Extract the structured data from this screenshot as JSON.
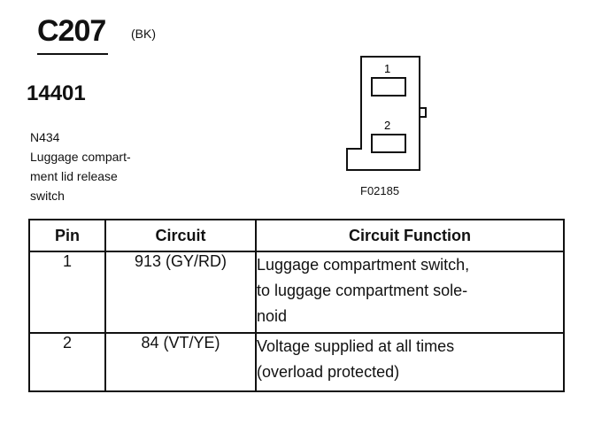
{
  "connector": {
    "id": "C207",
    "color_code": "(BK)",
    "part_number": "14401",
    "circuit_label": "N434",
    "description_lines": [
      "Luggage compart-",
      "ment lid release",
      "switch"
    ],
    "figure_id": "F02185",
    "pin_labels": [
      "1",
      "2"
    ]
  },
  "table": {
    "headers": {
      "pin": "Pin",
      "circuit": "Circuit",
      "function": "Circuit Function"
    },
    "rows": [
      {
        "pin": "1",
        "circuit": "913 (GY/RD)",
        "function_lines": [
          "Luggage compartment switch,",
          "to luggage compartment sole-",
          "noid"
        ]
      },
      {
        "pin": "2",
        "circuit": "84 (VT/YE)",
        "function_lines": [
          "Voltage supplied at all times",
          "(overload protected)"
        ]
      }
    ]
  }
}
